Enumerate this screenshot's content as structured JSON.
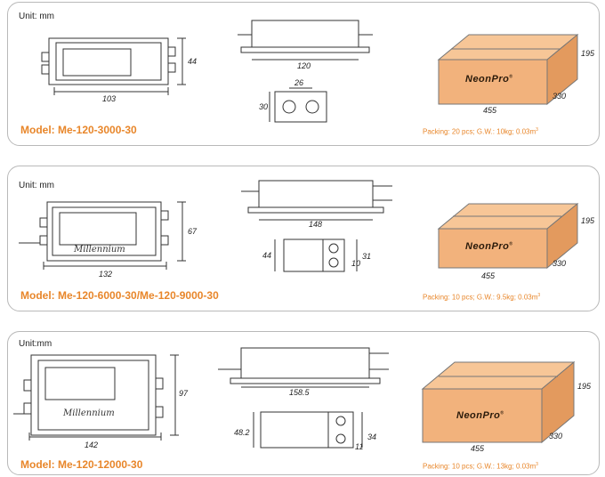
{
  "panels": [
    {
      "unit": "Unit: mm",
      "model": "Model: Me-120-3000-30",
      "packing": "Packing: 20 pcs;  G.W.: 10kg; 0.03m",
      "packing_unit_power": "3",
      "box_brand": "NeonPro",
      "box_brand_mark": "®",
      "dims": {
        "front_width": "103",
        "front_height": "44",
        "side_length": "120",
        "end_width": "26",
        "end_height": "30",
        "box_length": "455",
        "box_depth": "330",
        "box_height": "195"
      }
    },
    {
      "unit": "Unit: mm",
      "model": "Model: Me-120-6000-30/Me-120-9000-30",
      "packing": "Packing: 10 pcs;  G.W.: 9.5kg; 0.03m",
      "packing_unit_power": "3",
      "box_brand": "NeonPro",
      "box_brand_mark": "®",
      "front_script": "Millennium",
      "dims": {
        "front_width": "132",
        "front_height": "67",
        "side_length": "148",
        "end_width": "44",
        "end_height": "31",
        "end_small": "10",
        "box_length": "455",
        "box_depth": "330",
        "box_height": "195"
      }
    },
    {
      "unit": "Unit:mm",
      "model": "Model: Me-120-12000-30",
      "packing": "Packing: 10 pcs;  G.W.: 13kg; 0.03m",
      "packing_unit_power": "3",
      "box_brand": "NeonPro",
      "box_brand_mark": "®",
      "front_script": "Millennium",
      "dims": {
        "front_width": "142",
        "front_height": "97",
        "side_length": "158.5",
        "end_width": "48.2",
        "end_height": "34",
        "end_small": "11",
        "box_length": "455",
        "box_depth": "330",
        "box_height": "195"
      }
    }
  ],
  "colors": {
    "accent": "#e8862a",
    "box_front": "#f2b27c",
    "box_top": "#f7c697",
    "box_side": "#e39a5e",
    "line": "#333333"
  }
}
